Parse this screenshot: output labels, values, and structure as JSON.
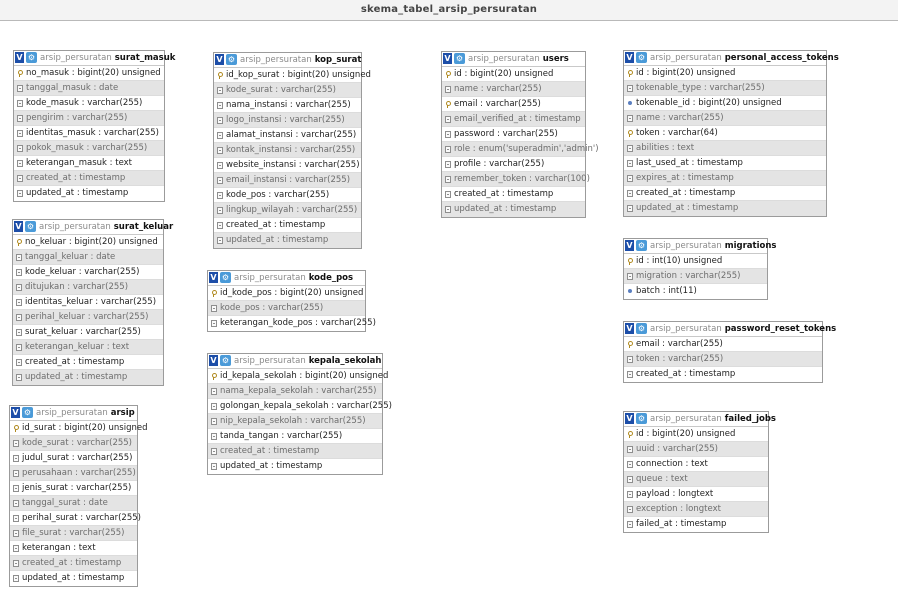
{
  "title": "skema_tabel_arsip_persuratan",
  "icons": {
    "toggle": "toggle-icon",
    "options": "options-gear-icon",
    "primary_key": "key-icon",
    "column": "column-icon",
    "index": "index-icon"
  },
  "colors": {
    "toggle": "#1d4ea8",
    "options": "#4a9ad8",
    "alt_row": "#e4e4e4",
    "header_bar": "#f3f3f3"
  },
  "tables": [
    {
      "id": "surat_masuk",
      "db": "arsip_persuratan",
      "name": "surat_masuk",
      "fields": [
        {
          "text": "no_masuk : bigint(20) unsigned",
          "icon": "key"
        },
        {
          "text": "tanggal_masuk : date",
          "icon": "col"
        },
        {
          "text": "kode_masuk : varchar(255)",
          "icon": "col"
        },
        {
          "text": "pengirim : varchar(255)",
          "icon": "col"
        },
        {
          "text": "identitas_masuk : varchar(255)",
          "icon": "col"
        },
        {
          "text": "pokok_masuk : varchar(255)",
          "icon": "col"
        },
        {
          "text": "keterangan_masuk : text",
          "icon": "col"
        },
        {
          "text": "created_at : timestamp",
          "icon": "col"
        },
        {
          "text": "updated_at : timestamp",
          "icon": "col"
        }
      ]
    },
    {
      "id": "surat_keluar",
      "db": "arsip_persuratan",
      "name": "surat_keluar",
      "fields": [
        {
          "text": "no_keluar : bigint(20) unsigned",
          "icon": "key"
        },
        {
          "text": "tanggal_keluar : date",
          "icon": "col"
        },
        {
          "text": "kode_keluar : varchar(255)",
          "icon": "col"
        },
        {
          "text": "ditujukan : varchar(255)",
          "icon": "col"
        },
        {
          "text": "identitas_keluar : varchar(255)",
          "icon": "col"
        },
        {
          "text": "perihal_keluar : varchar(255)",
          "icon": "col"
        },
        {
          "text": "surat_keluar : varchar(255)",
          "icon": "col"
        },
        {
          "text": "keterangan_keluar : text",
          "icon": "col"
        },
        {
          "text": "created_at : timestamp",
          "icon": "col"
        },
        {
          "text": "updated_at : timestamp",
          "icon": "col"
        }
      ]
    },
    {
      "id": "arsip",
      "db": "arsip_persuratan",
      "name": "arsip",
      "fields": [
        {
          "text": "id_surat : bigint(20) unsigned",
          "icon": "key"
        },
        {
          "text": "kode_surat : varchar(255)",
          "icon": "col"
        },
        {
          "text": "judul_surat : varchar(255)",
          "icon": "col"
        },
        {
          "text": "perusahaan : varchar(255)",
          "icon": "col"
        },
        {
          "text": "jenis_surat : varchar(255)",
          "icon": "col"
        },
        {
          "text": "tanggal_surat : date",
          "icon": "col"
        },
        {
          "text": "perihal_surat : varchar(255)",
          "icon": "col"
        },
        {
          "text": "file_surat : varchar(255)",
          "icon": "col"
        },
        {
          "text": "keterangan : text",
          "icon": "col"
        },
        {
          "text": "created_at : timestamp",
          "icon": "col"
        },
        {
          "text": "updated_at : timestamp",
          "icon": "col"
        }
      ]
    },
    {
      "id": "kop_surat",
      "db": "arsip_persuratan",
      "name": "kop_surat",
      "fields": [
        {
          "text": "id_kop_surat : bigint(20) unsigned",
          "icon": "key"
        },
        {
          "text": "kode_surat : varchar(255)",
          "icon": "col"
        },
        {
          "text": "nama_instansi : varchar(255)",
          "icon": "col"
        },
        {
          "text": "logo_instansi : varchar(255)",
          "icon": "col"
        },
        {
          "text": "alamat_instansi : varchar(255)",
          "icon": "col"
        },
        {
          "text": "kontak_instansi : varchar(255)",
          "icon": "col"
        },
        {
          "text": "website_instansi : varchar(255)",
          "icon": "col"
        },
        {
          "text": "email_instansi : varchar(255)",
          "icon": "col"
        },
        {
          "text": "kode_pos : varchar(255)",
          "icon": "col"
        },
        {
          "text": "lingkup_wilayah : varchar(255)",
          "icon": "col"
        },
        {
          "text": "created_at : timestamp",
          "icon": "col"
        },
        {
          "text": "updated_at : timestamp",
          "icon": "col"
        }
      ]
    },
    {
      "id": "kode_pos",
      "db": "arsip_persuratan",
      "name": "kode_pos",
      "fields": [
        {
          "text": "id_kode_pos : bigint(20) unsigned",
          "icon": "key"
        },
        {
          "text": "kode_pos : varchar(255)",
          "icon": "col"
        },
        {
          "text": "keterangan_kode_pos : varchar(255)",
          "icon": "col"
        }
      ]
    },
    {
      "id": "kepala_sekolah",
      "db": "arsip_persuratan",
      "name": "kepala_sekolah",
      "fields": [
        {
          "text": "id_kepala_sekolah : bigint(20) unsigned",
          "icon": "key"
        },
        {
          "text": "nama_kepala_sekolah : varchar(255)",
          "icon": "col"
        },
        {
          "text": "golongan_kepala_sekolah : varchar(255)",
          "icon": "col"
        },
        {
          "text": "nip_kepala_sekolah : varchar(255)",
          "icon": "col"
        },
        {
          "text": "tanda_tangan : varchar(255)",
          "icon": "col"
        },
        {
          "text": "created_at : timestamp",
          "icon": "col"
        },
        {
          "text": "updated_at : timestamp",
          "icon": "col"
        }
      ]
    },
    {
      "id": "users",
      "db": "arsip_persuratan",
      "name": "users",
      "fields": [
        {
          "text": "id : bigint(20) unsigned",
          "icon": "key"
        },
        {
          "text": "name : varchar(255)",
          "icon": "col"
        },
        {
          "text": "email : varchar(255)",
          "icon": "key"
        },
        {
          "text": "email_verified_at : timestamp",
          "icon": "col"
        },
        {
          "text": "password : varchar(255)",
          "icon": "col"
        },
        {
          "text": "role : enum('superadmin','admin')",
          "icon": "col"
        },
        {
          "text": "profile : varchar(255)",
          "icon": "col"
        },
        {
          "text": "remember_token : varchar(100)",
          "icon": "col"
        },
        {
          "text": "created_at : timestamp",
          "icon": "col"
        },
        {
          "text": "updated_at : timestamp",
          "icon": "col"
        }
      ]
    },
    {
      "id": "personal_access_tokens",
      "db": "arsip_persuratan",
      "name": "personal_access_tokens",
      "fields": [
        {
          "text": "id : bigint(20) unsigned",
          "icon": "key"
        },
        {
          "text": "tokenable_type : varchar(255)",
          "icon": "col"
        },
        {
          "text": "tokenable_id : bigint(20) unsigned",
          "icon": "idx"
        },
        {
          "text": "name : varchar(255)",
          "icon": "col"
        },
        {
          "text": "token : varchar(64)",
          "icon": "key"
        },
        {
          "text": "abilities : text",
          "icon": "col"
        },
        {
          "text": "last_used_at : timestamp",
          "icon": "col"
        },
        {
          "text": "expires_at : timestamp",
          "icon": "col"
        },
        {
          "text": "created_at : timestamp",
          "icon": "col"
        },
        {
          "text": "updated_at : timestamp",
          "icon": "col"
        }
      ]
    },
    {
      "id": "migrations",
      "db": "arsip_persuratan",
      "name": "migrations",
      "fields": [
        {
          "text": "id : int(10) unsigned",
          "icon": "key"
        },
        {
          "text": "migration : varchar(255)",
          "icon": "col"
        },
        {
          "text": "batch : int(11)",
          "icon": "idx"
        }
      ]
    },
    {
      "id": "password_reset_tokens",
      "db": "arsip_persuratan",
      "name": "password_reset_tokens",
      "fields": [
        {
          "text": "email : varchar(255)",
          "icon": "key"
        },
        {
          "text": "token : varchar(255)",
          "icon": "col"
        },
        {
          "text": "created_at : timestamp",
          "icon": "col"
        }
      ]
    },
    {
      "id": "failed_jobs",
      "db": "arsip_persuratan",
      "name": "failed_jobs",
      "fields": [
        {
          "text": "id : bigint(20) unsigned",
          "icon": "key"
        },
        {
          "text": "uuid : varchar(255)",
          "icon": "col"
        },
        {
          "text": "connection : text",
          "icon": "col"
        },
        {
          "text": "queue : text",
          "icon": "col"
        },
        {
          "text": "payload : longtext",
          "icon": "col"
        },
        {
          "text": "exception : longtext",
          "icon": "col"
        },
        {
          "text": "failed_at : timestamp",
          "icon": "col"
        }
      ]
    }
  ]
}
